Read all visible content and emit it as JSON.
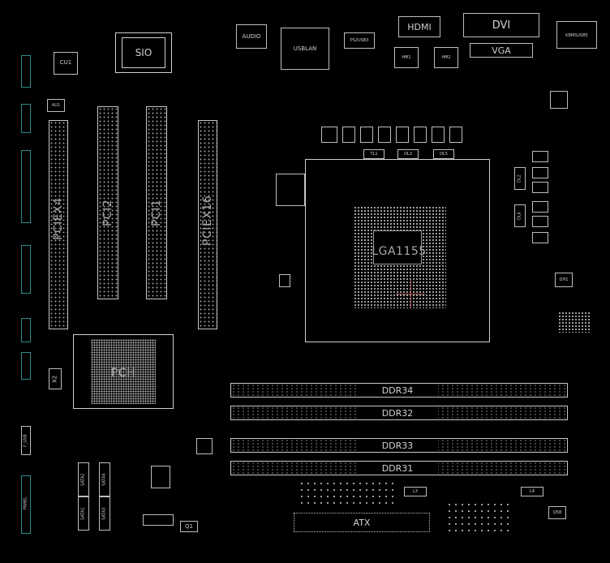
{
  "board": {
    "labels": {
      "cpu_socket": "LGA1155",
      "pch": "PCH",
      "sio": "SIO",
      "audio": "AUDIO",
      "usblan": "USBLAN",
      "hdmi": "HDMI",
      "dvi": "DVI",
      "vga": "VGA",
      "atx": "ATX",
      "pciex4": "PCIEX4",
      "pci2": "PCI2",
      "pci1": "PCI1",
      "pciex16": "PCIEX16",
      "ddr34": "DDR34",
      "ddr32": "DDR32",
      "ddr33": "DDR33",
      "ddr31": "DDR31",
      "cu1": "CU1",
      "au1": "AU1",
      "x2": "X2",
      "q1": "Q1",
      "tl1": "TL1",
      "dl3": "DL3",
      "dl5": "DL5",
      "dl2": "DL2",
      "dl6": "DL6",
      "l3": "L3",
      "l4": "L4",
      "hm1": "HM1",
      "hm2": "HM2",
      "kbms": "KBMSUSB5",
      "ps2": "PS2USB3",
      "sata1": "SATA1",
      "sata2": "SATA2",
      "sata3": "SATA3",
      "sata4": "SATA4",
      "q58": "Q58",
      "pa": "PANEL",
      "fusb": "F_USB",
      "dh1": "DH1"
    }
  }
}
